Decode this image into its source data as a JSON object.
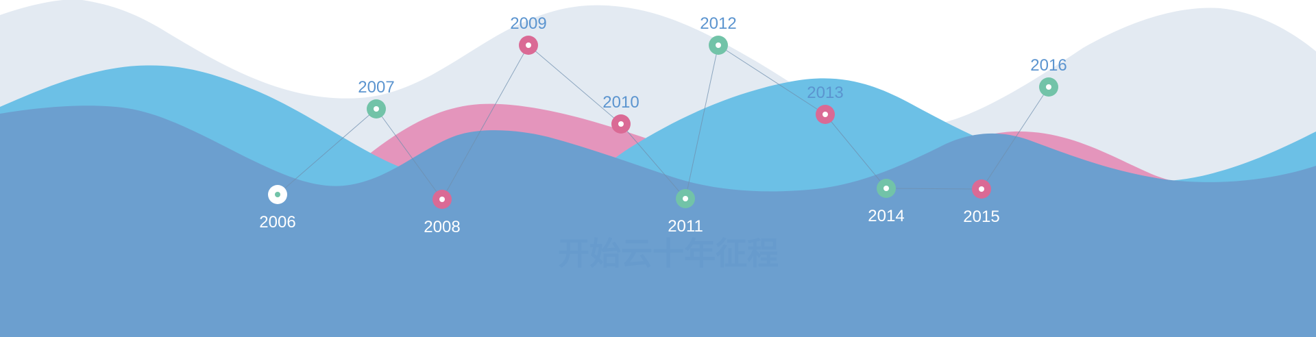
{
  "colors": {
    "background": "#ffffff",
    "wave_back": "#e3eaf2",
    "wave_pink": "#e495bc",
    "wave_light_blue": "#6cc0e6",
    "wave_front": "#6c9fcf",
    "connector": "#6f8fae",
    "label_above": "#5b94cf",
    "label_below": "#ffffff",
    "marker_green": "#72c3a8",
    "marker_pink": "#da6a95",
    "marker_white": "#ffffff",
    "tagline": "#5f94c8"
  },
  "tagline": "开始云十年征程",
  "timeline": [
    {
      "year": "2006",
      "marker": "white",
      "label_side": "below"
    },
    {
      "year": "2007",
      "marker": "green",
      "label_side": "above"
    },
    {
      "year": "2008",
      "marker": "pink",
      "label_side": "below"
    },
    {
      "year": "2009",
      "marker": "pink",
      "label_side": "above"
    },
    {
      "year": "2010",
      "marker": "pink",
      "label_side": "above"
    },
    {
      "year": "2011",
      "marker": "green",
      "label_side": "below"
    },
    {
      "year": "2012",
      "marker": "green",
      "label_side": "above"
    },
    {
      "year": "2013",
      "marker": "pink",
      "label_side": "above"
    },
    {
      "year": "2014",
      "marker": "green",
      "label_side": "below"
    },
    {
      "year": "2015",
      "marker": "pink",
      "label_side": "below"
    },
    {
      "year": "2016",
      "marker": "green",
      "label_side": "above"
    }
  ]
}
